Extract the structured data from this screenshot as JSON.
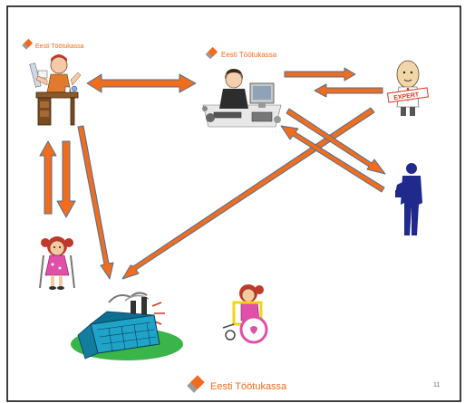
{
  "brand": {
    "name": "Eesti Töötukassa",
    "color": "#f26b1d",
    "mark_color_gray": "#9a9a9a"
  },
  "logos": [
    {
      "id": "logo-top-left",
      "text": "Eesti Töötukassa"
    },
    {
      "id": "logo-top-center",
      "text": "Eesti Töötukassa"
    },
    {
      "id": "logo-bottom",
      "text": "Eesti Töötukassa"
    }
  ],
  "page_number": "11",
  "colors": {
    "arrow_fill": "#f06d1c",
    "arrow_stroke": "#4a6f9e",
    "frame": "#000000",
    "expert_sign": "#d9341c",
    "businessman": "#1f2a8c",
    "factory_ground": "#39b54a"
  },
  "icons": {
    "employer": "employer-at-desk-icon",
    "consultant": "consultant-at-computer-icon",
    "expert": "expert-icon",
    "businessman": "businessman-icon",
    "girl": "girl-with-crutches-icon",
    "wheelchair": "child-in-wheelchair-icon",
    "factory": "factory-icon"
  },
  "expert_sign_text": "EXPERT"
}
